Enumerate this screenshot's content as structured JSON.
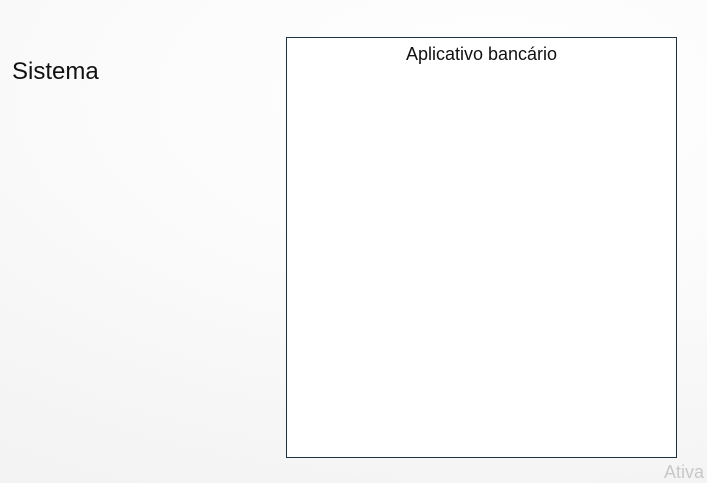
{
  "slide": {
    "heading": "Sistema",
    "system_box": {
      "title": "Aplicativo bancário",
      "border_color": "#1d3140"
    },
    "watermark": "Ativa"
  }
}
